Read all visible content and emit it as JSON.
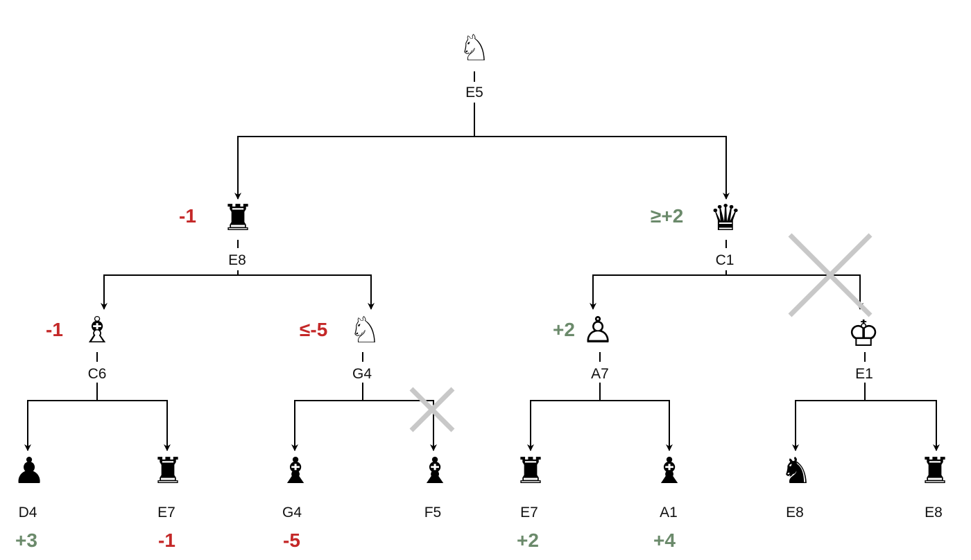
{
  "colors": {
    "negative": "#c42828",
    "positive": "#6b8a6b",
    "edge": "#000000",
    "pruned_mark": "#c8c8c8"
  },
  "tree": {
    "root": {
      "piece": "♘",
      "icon": "white-knight-icon",
      "square": "E5"
    },
    "nodes": [
      {
        "id": "e8",
        "piece": "♜",
        "icon": "black-rook-icon",
        "square": "E8",
        "value": "-1",
        "tone": "negative"
      },
      {
        "id": "c1",
        "piece": "♛",
        "icon": "black-queen-icon",
        "square": "C1",
        "value": "≥+2",
        "tone": "positive"
      },
      {
        "id": "c6",
        "piece": "♗",
        "icon": "white-bishop-icon",
        "square": "C6",
        "value": "-1",
        "tone": "negative"
      },
      {
        "id": "g4a",
        "piece": "♘",
        "icon": "white-knight-icon",
        "square": "G4",
        "value": "≤-5",
        "tone": "negative"
      },
      {
        "id": "a7",
        "piece": "♙",
        "icon": "white-pawn-icon",
        "square": "A7",
        "value": "+2",
        "tone": "positive"
      },
      {
        "id": "e1",
        "piece": "♔",
        "icon": "white-king-icon",
        "square": "E1",
        "value": "",
        "tone": ""
      }
    ],
    "leaves": [
      {
        "id": "d4",
        "piece": "♟",
        "icon": "black-pawn-icon",
        "square": "D4",
        "value": "+3",
        "tone": "positive"
      },
      {
        "id": "e7a",
        "piece": "♜",
        "icon": "black-rook-icon",
        "square": "E7",
        "value": "-1",
        "tone": "negative"
      },
      {
        "id": "g4b",
        "piece": "♝",
        "icon": "black-bishop-icon",
        "square": "G4",
        "value": "-5",
        "tone": "negative"
      },
      {
        "id": "f5",
        "piece": "♝",
        "icon": "black-bishop-icon",
        "square": "F5",
        "value": "",
        "tone": ""
      },
      {
        "id": "e7b",
        "piece": "♜",
        "icon": "black-rook-icon",
        "square": "E7",
        "value": "+2",
        "tone": "positive"
      },
      {
        "id": "a1",
        "piece": "♝",
        "icon": "black-bishop-icon",
        "square": "A1",
        "value": "+4",
        "tone": "positive"
      },
      {
        "id": "e8a",
        "piece": "♞",
        "icon": "black-knight-icon",
        "square": "E8",
        "value": "",
        "tone": ""
      },
      {
        "id": "e8b",
        "piece": "♜",
        "icon": "black-rook-icon",
        "square": "E8",
        "value": "",
        "tone": ""
      }
    ],
    "pruned_branches": [
      "c1→e1",
      "g4a→f5"
    ]
  }
}
